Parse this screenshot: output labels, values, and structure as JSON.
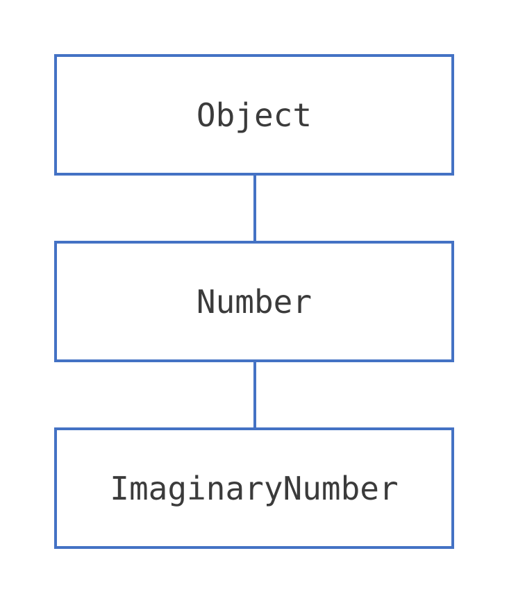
{
  "diagram": {
    "type": "class-hierarchy",
    "border_color": "#4472C4",
    "text_color": "#3b3b3b",
    "background_color": "#ffffff",
    "nodes": [
      {
        "label": "Object"
      },
      {
        "label": "Number"
      },
      {
        "label": "ImaginaryNumber"
      }
    ],
    "edges": [
      {
        "from": "Object",
        "to": "Number"
      },
      {
        "from": "Number",
        "to": "ImaginaryNumber"
      }
    ]
  }
}
